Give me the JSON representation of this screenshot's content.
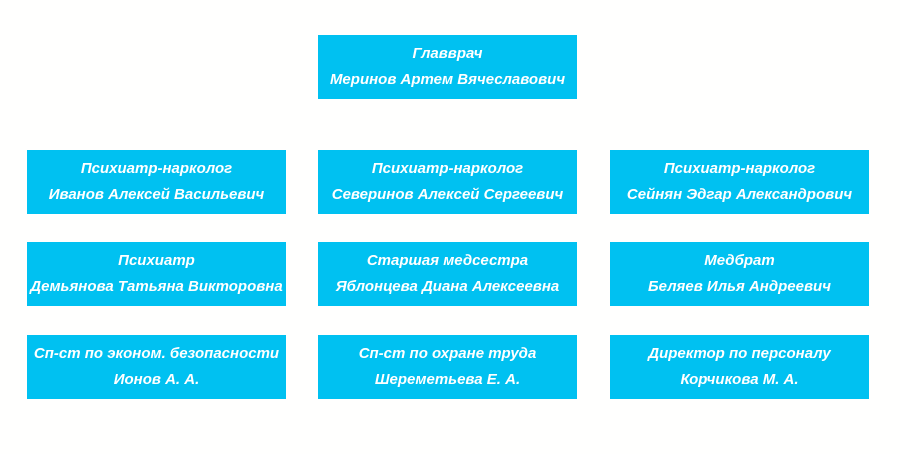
{
  "org": {
    "colors": {
      "node_background": "#00C1F1",
      "node_text": "#FFFFFF",
      "page_background": "#FFFFFE"
    },
    "nodes": [
      {
        "title": "Главврач",
        "person": "Меринов Артем Вячеславович",
        "row": 1,
        "col": 2
      },
      {
        "title": "Психиатр-нарколог",
        "person": "Иванов Алексей Васильевич",
        "row": 2,
        "col": 1
      },
      {
        "title": "Психиатр-нарколог",
        "person": "Северинов Алексей Сергеевич",
        "row": 2,
        "col": 2
      },
      {
        "title": "Психиатр-нарколог",
        "person": "Сейнян Эдгар Александрович",
        "row": 2,
        "col": 3
      },
      {
        "title": "Психиатр",
        "person": "Демьянова Татьяна Викторовна",
        "row": 3,
        "col": 1
      },
      {
        "title": "Старшая медсестра",
        "person": "Яблонцева Диана Алексеевна",
        "row": 3,
        "col": 2
      },
      {
        "title": "Медбрат",
        "person": "Беляев Илья Андреевич",
        "row": 3,
        "col": 3
      },
      {
        "title": "Сп-ст по эконом. безопасности",
        "person": "Ионов А. А.",
        "row": 4,
        "col": 1
      },
      {
        "title": "Сп-ст по охране труда",
        "person": "Шереметьева Е. А.",
        "row": 4,
        "col": 2
      },
      {
        "title": "Директор по персоналу",
        "person": "Корчикова М. А.",
        "row": 4,
        "col": 3
      }
    ]
  }
}
